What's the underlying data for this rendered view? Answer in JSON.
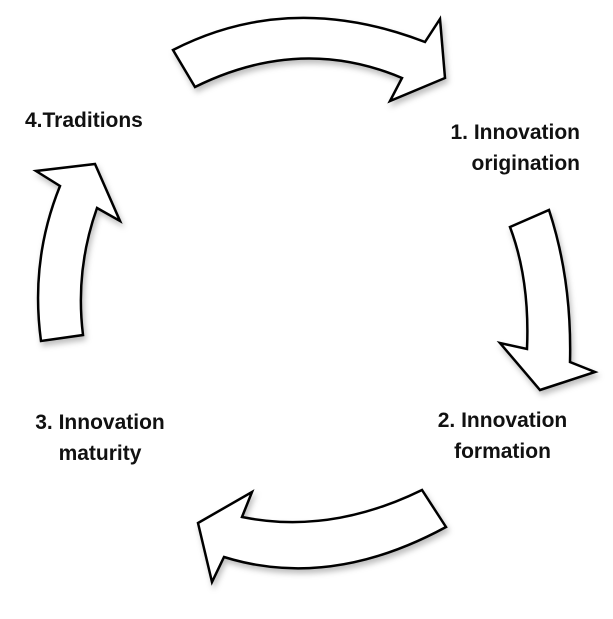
{
  "stages": [
    {
      "line1": "1. Innovation",
      "line2": "origination"
    },
    {
      "line1": "2. Innovation",
      "line2": "formation"
    },
    {
      "line1": "3. Innovation",
      "line2": "maturity"
    },
    {
      "line1": "4.Traditions"
    }
  ],
  "colors": {
    "arrow_fill": "#ffffff",
    "arrow_stroke": "#000000",
    "text": "#111111"
  }
}
